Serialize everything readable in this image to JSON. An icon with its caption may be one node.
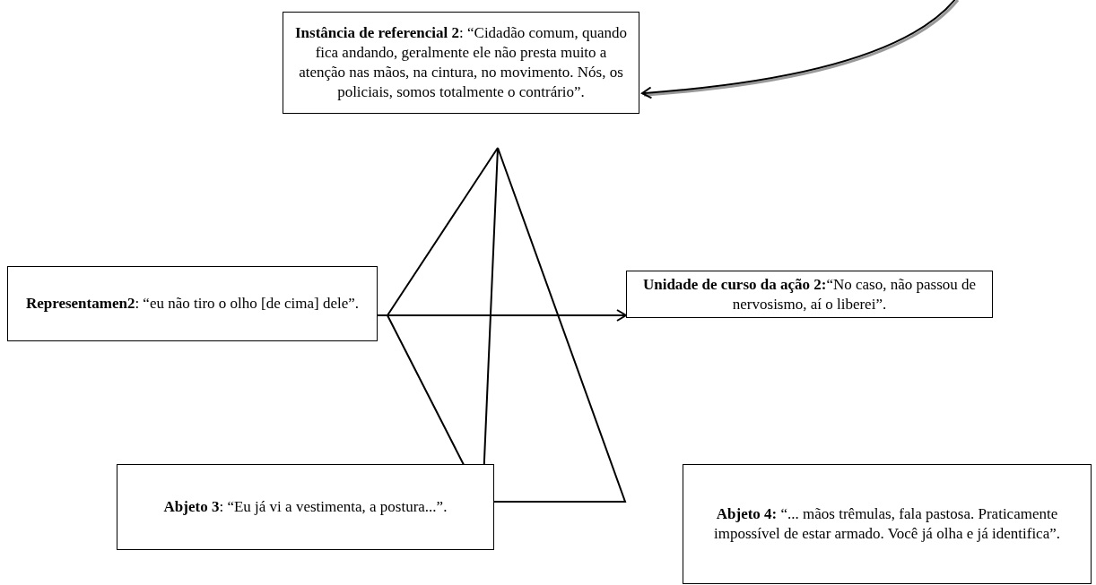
{
  "diagram": {
    "nodes": [
      {
        "text": [
          "**Instância de referencial 2**: “Cidadão comum, quando fica andando, geralmente ele não presta muito a atenção nas mãos, na cintura, no movimento. Nós, os policiais, somos totalmente o contrário”."
        ]
      },
      {
        "text": [
          "**Representamen2**: “eu não tiro o olho [de cima] dele”."
        ]
      },
      {
        "text": [
          "**Unidade de curso da ação 2:**“No caso, não passou de nervosismo, aí o liberei”."
        ]
      },
      {
        "text": [
          "**Abjeto 3**: “Eu já vi a vestimenta, a postura...”."
        ]
      },
      {
        "text": [
          "**Abjeto 4:** “... mãos trêmulas, fala pastosa. Praticamente impossível de estar armado. Você já olha e já identifica”."
        ]
      }
    ],
    "edges": [
      {
        "from": null,
        "to": 0,
        "arrow": "to"
      },
      {
        "from": 1,
        "to": 2,
        "arrow": "to"
      }
    ]
  }
}
